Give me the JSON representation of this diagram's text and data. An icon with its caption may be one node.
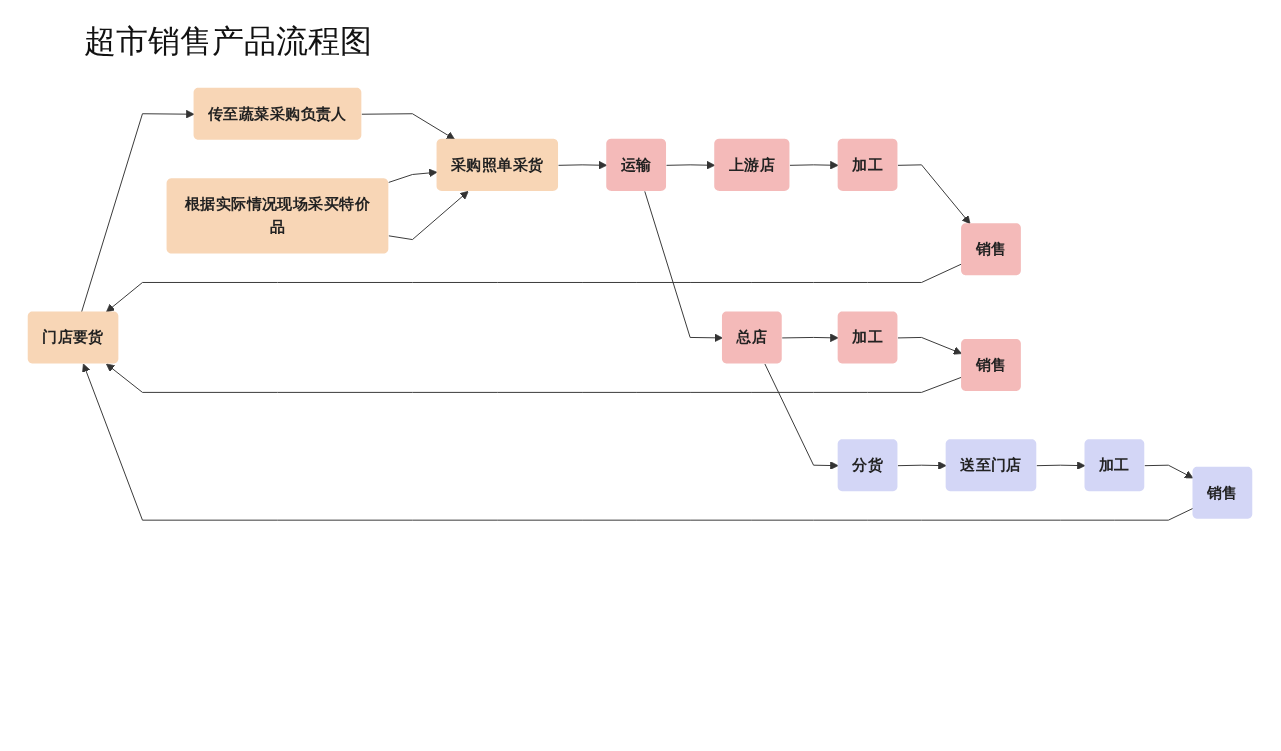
{
  "diagram": {
    "title": "超市销售产品流程图",
    "nodes": [
      {
        "text": [
          "门店要货"
        ]
      },
      {
        "text": [
          "传至蔬菜采购负责人"
        ]
      },
      {
        "text": [
          "根据实际情况现场采买特价品"
        ]
      },
      {
        "text": [
          "采购照单采货"
        ]
      },
      {
        "text": [
          "运输"
        ]
      },
      {
        "text": [
          "上游店"
        ]
      },
      {
        "text": [
          "加工"
        ]
      },
      {
        "text": [
          "销售"
        ]
      },
      {
        "text": [
          "总店"
        ]
      },
      {
        "text": [
          "加工"
        ]
      },
      {
        "text": [
          "销售"
        ]
      },
      {
        "text": [
          "分货"
        ]
      },
      {
        "text": [
          "送至门店"
        ]
      },
      {
        "text": [
          "加工"
        ]
      },
      {
        "text": [
          "销售"
        ]
      }
    ],
    "edges": [
      {
        "from": 0,
        "to": 1,
        "arrow": "to"
      },
      {
        "from": 1,
        "to": 3,
        "arrow": "to"
      },
      {
        "from": 2,
        "to": 3,
        "arrow": "to"
      },
      {
        "from": 2,
        "to": 3,
        "arrow": "to"
      },
      {
        "from": 3,
        "to": 4,
        "arrow": "to"
      },
      {
        "from": 4,
        "to": 5,
        "arrow": "to"
      },
      {
        "from": 4,
        "to": 8,
        "arrow": "to"
      },
      {
        "from": 5,
        "to": 6,
        "arrow": "to"
      },
      {
        "from": 6,
        "to": 7,
        "arrow": "to"
      },
      {
        "from": 7,
        "to": 0,
        "arrow": "to"
      },
      {
        "from": 8,
        "to": 9,
        "arrow": "to"
      },
      {
        "from": 9,
        "to": 10,
        "arrow": "to"
      },
      {
        "from": 10,
        "to": 0,
        "arrow": "to"
      },
      {
        "from": 8,
        "to": 11,
        "arrow": "to"
      },
      {
        "from": 11,
        "to": 12,
        "arrow": "to"
      },
      {
        "from": 12,
        "to": 13,
        "arrow": "to"
      },
      {
        "from": 13,
        "to": 14,
        "arrow": "to"
      },
      {
        "from": 14,
        "to": 0,
        "arrow": "to"
      }
    ]
  }
}
